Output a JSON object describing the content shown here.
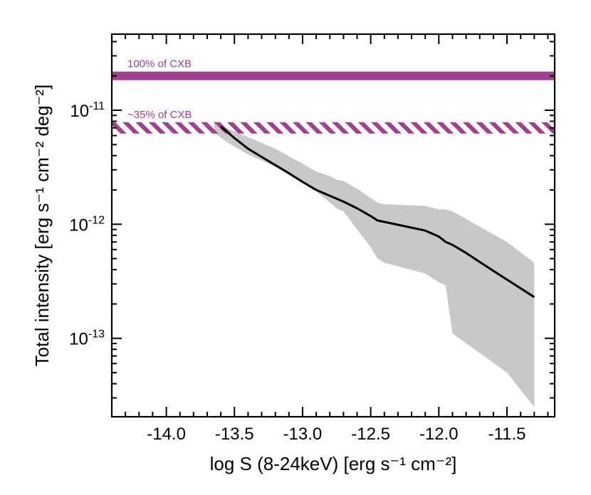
{
  "chart_data": {
    "type": "line",
    "xlabel": "log S (8-24keV) [erg s⁻¹ cm⁻²]",
    "ylabel": "Total intensity [erg s⁻¹ cm⁻² deg⁻²]",
    "x_scale": "linear",
    "y_scale": "log",
    "xlim": [
      -14.4,
      -11.15
    ],
    "ylim": [
      2.05e-14,
      4.65e-11
    ],
    "x_ticks": [
      -14.0,
      -13.5,
      -13.0,
      -12.5,
      -12.0,
      -11.5
    ],
    "x_tick_labels": [
      "-14.0",
      "-13.5",
      "-13.0",
      "-12.5",
      "-12.0",
      "-11.5"
    ],
    "y_ticks": [
      1e-13,
      1e-12,
      1e-11
    ],
    "y_tick_labels": [
      {
        "base": "10",
        "exp": "-13"
      },
      {
        "base": "10",
        "exp": "-12"
      },
      {
        "base": "10",
        "exp": "-11"
      }
    ],
    "grid": false,
    "reference_levels": [
      {
        "label": "100% of CXB",
        "value": 2e-11,
        "style": "solid band",
        "color": "#a0408f"
      },
      {
        "label": "~35% of CXB",
        "value": 7e-12,
        "style": "hatched band",
        "color": "#a0408f"
      }
    ],
    "series": [
      {
        "style": "line",
        "color": "#000000",
        "x": [
          -13.6,
          -13.5,
          -13.4,
          -13.3,
          -13.2,
          -13.1,
          -13.0,
          -12.9,
          -12.8,
          -12.7,
          -12.6,
          -12.5,
          -12.45,
          -12.35,
          -12.1,
          -12.0,
          -11.95,
          -11.9,
          -11.8,
          -11.6,
          -11.3
        ],
        "y": [
          7.2e-12,
          5.7e-12,
          4.6e-12,
          3.9e-12,
          3.3e-12,
          2.8e-12,
          2.35e-12,
          2e-12,
          1.78e-12,
          1.58e-12,
          1.38e-12,
          1.18e-12,
          1.08e-12,
          1.02e-12,
          8.8e-13,
          7.8e-13,
          7e-13,
          6.6e-13,
          5.6e-13,
          3.9e-13,
          2.3e-13
        ]
      },
      {
        "style": "band",
        "color": "#c8c8c8",
        "x": [
          -13.65,
          -13.55,
          -13.4,
          -13.2,
          -13.0,
          -12.9,
          -12.8,
          -12.75,
          -12.7,
          -12.6,
          -12.5,
          -12.45,
          -12.4,
          -12.1,
          -12.0,
          -11.95,
          -11.9,
          -11.5,
          -11.3
        ],
        "upper": [
          8e-12,
          6.9e-12,
          5.8e-12,
          4.6e-12,
          3.4e-12,
          2.9e-12,
          2.65e-12,
          2.45e-12,
          2.4e-12,
          2.05e-12,
          1.7e-12,
          1.55e-12,
          1.5e-12,
          1.45e-12,
          1.35e-12,
          1.35e-12,
          1.3e-12,
          7e-13,
          4.6e-13
        ],
        "lower": [
          6.4e-12,
          5.2e-12,
          4.1e-12,
          3.2e-12,
          2.3e-12,
          1.95e-12,
          1.55e-12,
          1.38e-12,
          1.3e-12,
          9e-13,
          6.3e-13,
          5e-13,
          4.6e-13,
          3.7e-13,
          3.1e-13,
          2.9e-13,
          1.1e-13,
          5e-14,
          2.5e-14
        ]
      }
    ]
  }
}
